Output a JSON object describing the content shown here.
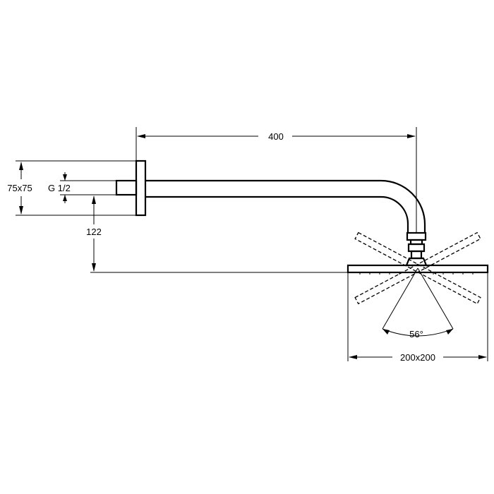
{
  "dimensions": {
    "arm_length": "400",
    "flange_size": "75x75",
    "thread": "G 1/2",
    "height_offset": "122",
    "spray_angle": "56°",
    "head_size": "200x200"
  }
}
